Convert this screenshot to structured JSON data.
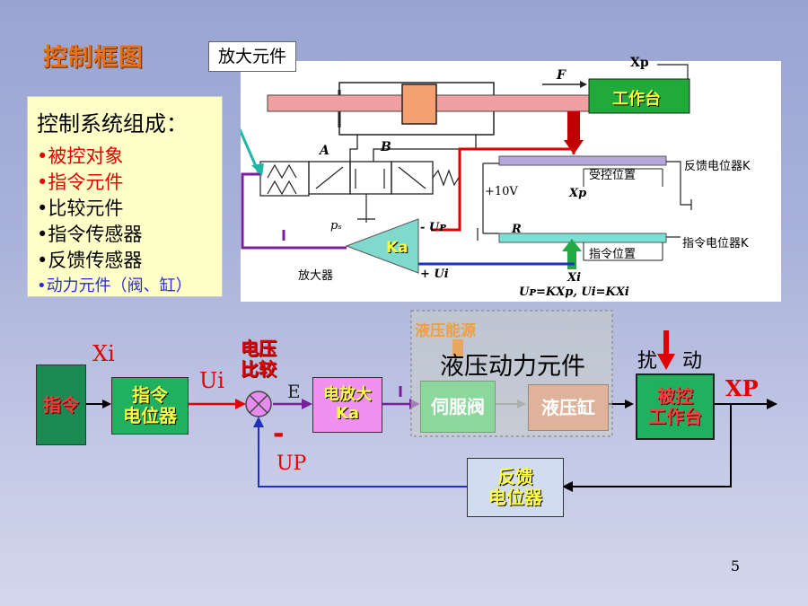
{
  "title": "控制框图",
  "callout": "放大元件",
  "composition": {
    "heading": "控制系统组成：",
    "items": [
      {
        "text": "•被控对象",
        "color": "#e00000"
      },
      {
        "text": "•指令元件",
        "color": "#e00000"
      },
      {
        "text": "•比较元件",
        "color": "#000000"
      },
      {
        "text": "•指令传感器",
        "color": "#000000"
      },
      {
        "text": "•反馈传感器",
        "color": "#000000"
      },
      {
        "text": "•动力元件（阀、缸）",
        "color": "#2a2ae0"
      }
    ]
  },
  "schematic": {
    "table": "工作台",
    "xp": "Xp",
    "force": "F",
    "valve_a": "A",
    "valve_b": "B",
    "ps": "pₛ",
    "amp": "Ka",
    "amp_label": "放大器",
    "up": "- Uᴘ",
    "ui": "+ Ui",
    "feedback_pot": "反馈电位器K",
    "controlled_pos": "受控位置",
    "voltage": "+10V",
    "xp2": "Xp",
    "r": "R",
    "command_pot": "指令电位器K",
    "command_pos": "指令位置",
    "xi": "Xi",
    "formula": "Uᴘ=KXp, Ui=KXi"
  },
  "block": {
    "command": "指令",
    "xi": "Xi",
    "command_pot": "指令\n电位器",
    "ui": "Ui",
    "comparator": "电压\n比较",
    "e": "E",
    "minus": "-",
    "up": "UP",
    "amplifier": "电放大\nKa",
    "hyd_source": "液压能源",
    "hyd_power": "液压动力元件",
    "servo_valve": "伺服阀",
    "cylinder": "液压缸",
    "disturb1": "扰",
    "disturb2": "动",
    "plant": "被控\n工作台",
    "xp": "XP",
    "feedback": "反馈\n电位器"
  },
  "page_number": "5"
}
